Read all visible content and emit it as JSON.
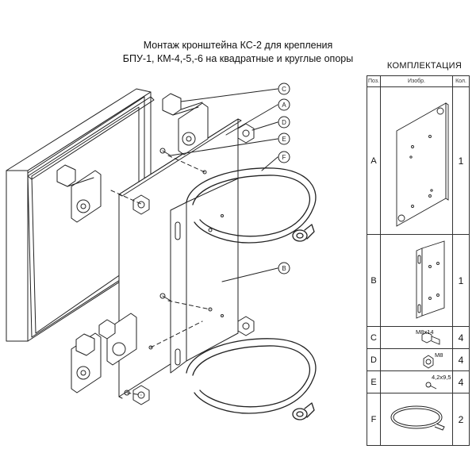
{
  "header": {
    "title_line1": "Монтаж кронштейна КС-2 для крепления",
    "title_line2": "БПУ-1, КМ-4,-5,-6 на квадратные и круглые опоры"
  },
  "kit": {
    "title": "КОМПЛЕКТАЦИЯ",
    "columns": {
      "pos": "Поз.",
      "image": "Изобр.",
      "qty": "Кол."
    },
    "rows": [
      {
        "pos": "A",
        "spec": "",
        "qty": "1",
        "icon": "mounting-plate"
      },
      {
        "pos": "B",
        "spec": "",
        "qty": "1",
        "icon": "bracket"
      },
      {
        "pos": "C",
        "spec": "M8x14",
        "qty": "4",
        "icon": "hex-bolt"
      },
      {
        "pos": "D",
        "spec": "M8",
        "qty": "4",
        "icon": "hex-nut"
      },
      {
        "pos": "E",
        "spec": "4,2x9,5",
        "qty": "4",
        "icon": "self-tapping-screw"
      },
      {
        "pos": "F",
        "spec": "",
        "qty": "2",
        "icon": "pole-clamp"
      }
    ]
  },
  "callouts": [
    "C",
    "A",
    "D",
    "E",
    "F",
    "B"
  ],
  "colors": {
    "line": "#222222",
    "callout": "#222222"
  }
}
